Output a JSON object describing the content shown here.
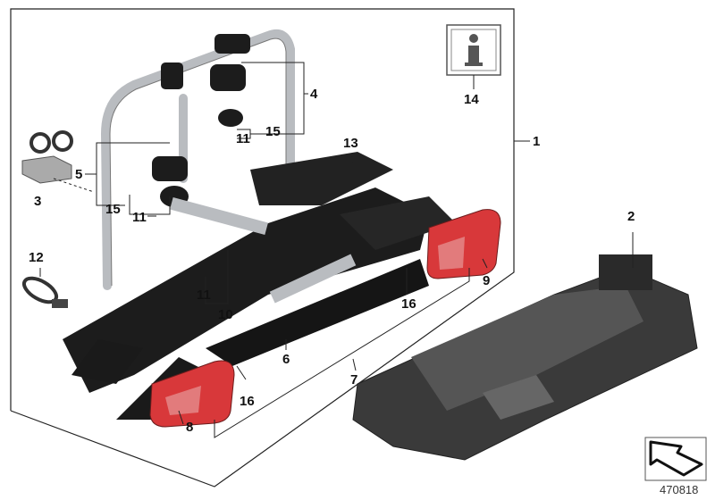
{
  "diagram_number": "470818",
  "callouts": {
    "c1": "1",
    "c2": "2",
    "c3": "3",
    "c4": "4",
    "c5": "5",
    "c6": "6",
    "c7": "7",
    "c8": "8",
    "c9": "9",
    "c10": "10",
    "c11a": "11",
    "c11b": "11",
    "c11c": "11",
    "c12": "12",
    "c13": "13",
    "c14": "14",
    "c15a": "15",
    "c15b": "15",
    "c16a": "16",
    "c16b": "16"
  },
  "colors": {
    "taillight": "#d8383a",
    "rack_dark": "#1c1c1c",
    "frame_tube": "#b9bcc0",
    "tray": "#3a3a3a"
  },
  "icons": [
    "info-icon",
    "navigation-arrow-icon"
  ]
}
